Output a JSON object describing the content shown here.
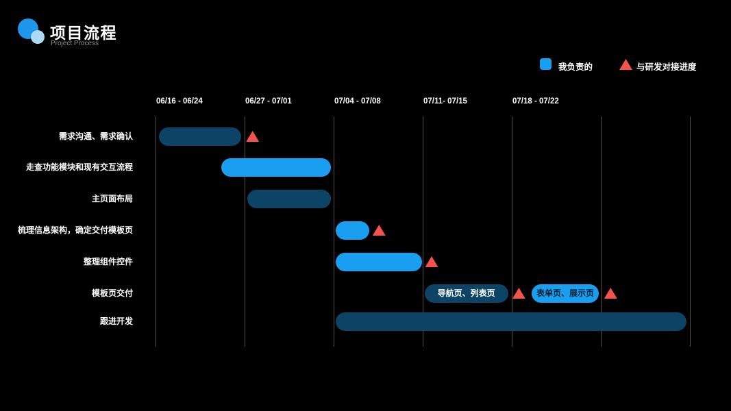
{
  "header": {
    "title": "项目流程",
    "subtitle": "Project Process"
  },
  "legend": {
    "items": [
      {
        "label": "我负责的",
        "marker": "blue-square"
      },
      {
        "label": "与研发对接进度",
        "marker": "red-triangle"
      }
    ]
  },
  "colors": {
    "background": "#000000",
    "bar_bright": "#1a9ff0",
    "bar_dark": "#0d4365",
    "marker_red": "#f4524f",
    "logo_primary": "#1e96ec",
    "logo_secondary": "#abdaf3",
    "gridline": "#4f4f4f",
    "subtitle_text": "#8f8f8f",
    "bar_text_light": "#ffffff",
    "bar_text_dark": "#042237"
  },
  "chart_data": {
    "type": "gantt",
    "columns": [
      "06/16 - 06/24",
      "06/27 - 07/01",
      "07/04 - 07/08",
      "07/11- 07/15",
      "07/18 - 07/22"
    ],
    "rows": [
      {
        "label": "需求沟通、需求确认",
        "bars": [
          {
            "start": 0.04,
            "end": 0.96,
            "style": "dark",
            "text": ""
          }
        ],
        "markers": [
          {
            "pos": 1.09
          }
        ]
      },
      {
        "label": "走查功能模块和现有交互流程",
        "bars": [
          {
            "start": 0.74,
            "end": 1.97,
            "style": "bright",
            "text": ""
          }
        ],
        "markers": []
      },
      {
        "label": "主页面布局",
        "bars": [
          {
            "start": 1.03,
            "end": 1.97,
            "style": "dark",
            "text": ""
          }
        ],
        "markers": []
      },
      {
        "label": "梳理信息架构，确定交付模板页",
        "bars": [
          {
            "start": 2.02,
            "end": 2.4,
            "style": "bright",
            "text": ""
          }
        ],
        "markers": [
          {
            "pos": 2.51
          }
        ]
      },
      {
        "label": "整理组件控件",
        "bars": [
          {
            "start": 2.02,
            "end": 2.99,
            "style": "bright",
            "text": ""
          }
        ],
        "markers": [
          {
            "pos": 3.1
          }
        ]
      },
      {
        "label": "模板页交付",
        "bars": [
          {
            "start": 3.02,
            "end": 3.96,
            "style": "dark",
            "text": "导航页、列表页"
          },
          {
            "start": 4.22,
            "end": 4.98,
            "style": "bright",
            "text": "表单页、展示页"
          }
        ],
        "markers": [
          {
            "pos": 4.08
          },
          {
            "pos": 5.11
          }
        ]
      },
      {
        "label": "跟进开发",
        "bars": [
          {
            "start": 2.02,
            "end": 5.96,
            "style": "dark",
            "text": ""
          }
        ],
        "markers": []
      }
    ]
  }
}
